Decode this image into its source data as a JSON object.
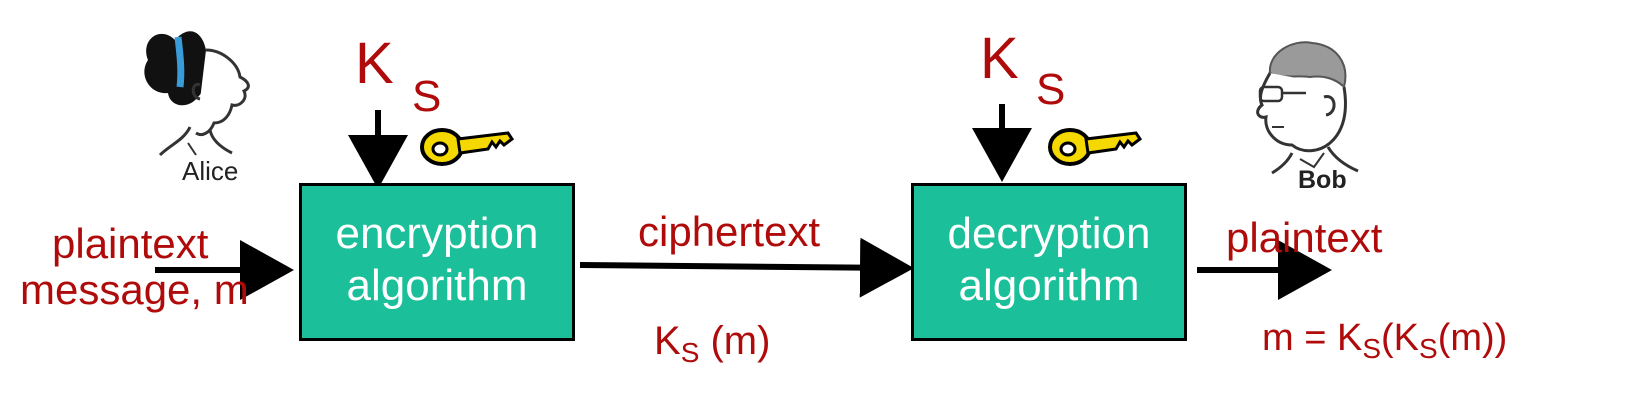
{
  "alice": {
    "name": "Alice"
  },
  "bob": {
    "name": "Bob"
  },
  "key_left": {
    "k": "K",
    "s": "S"
  },
  "key_right": {
    "k": "K",
    "s": "S"
  },
  "input": {
    "line1": "plaintext",
    "line2": "message, m"
  },
  "encryption_box": {
    "line1": "encryption",
    "line2": "algorithm"
  },
  "decryption_box": {
    "line1": "decryption",
    "line2": "algorithm"
  },
  "channel": {
    "label": "ciphertext",
    "formula_k": "K",
    "formula_sub": "S",
    "formula_rest": " (m)"
  },
  "output": {
    "label": "plaintext",
    "f1": "m = K",
    "f2": "S",
    "f3": "(K",
    "f4": "S",
    "f5": "(m))"
  },
  "colors": {
    "label_red": "#b00b0b",
    "box_fill": "#1bbf99",
    "key_yellow": "#f5d800"
  },
  "icons": {
    "key": "key-icon",
    "alice": "alice-portrait-icon",
    "bob": "bob-portrait-icon"
  }
}
